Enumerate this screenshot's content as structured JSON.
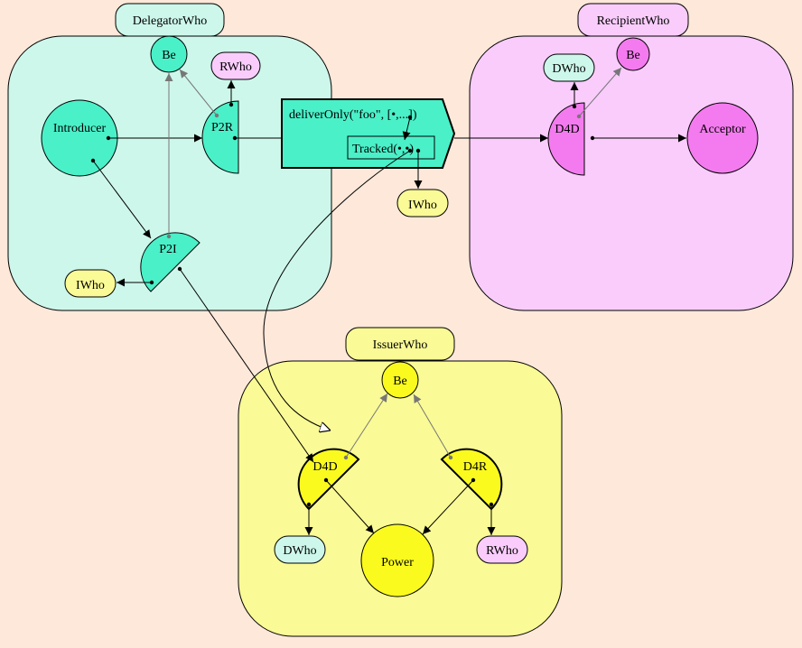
{
  "colors": {
    "background": "#fde8da",
    "delegator": "#cdf7ea",
    "delegator_obj": "#4af0c8",
    "recipient": "#f9ccfb",
    "recipient_obj": "#f47bef",
    "issuer": "#fafa96",
    "issuer_obj": "#fafa1e"
  },
  "vats": {
    "delegator": "DelegatorWho",
    "recipient": "RecipientWho",
    "issuer": "IssuerWho"
  },
  "delegator": {
    "be": "Be",
    "rwho": "RWho",
    "introducer": "Introducer",
    "p2r": "P2R",
    "p2i": "P2I",
    "iwho": "IWho"
  },
  "message": {
    "call": "deliverOnly(\"foo\", [•,...])",
    "tracked": "Tracked(•,•)",
    "iwho": "IWho"
  },
  "recipient": {
    "dwho": "DWho",
    "be": "Be",
    "d4d": "D4D",
    "acceptor": "Acceptor"
  },
  "issuer": {
    "be": "Be",
    "d4d": "D4D",
    "d4r": "D4R",
    "dwho": "DWho",
    "power": "Power",
    "rwho": "RWho"
  }
}
